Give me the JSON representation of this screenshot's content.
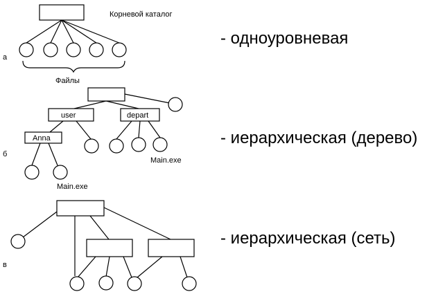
{
  "diagram_a": {
    "marker": "а",
    "root_label": "Корневой каталог",
    "files_label": "Файлы",
    "description": "- одноуровневая"
  },
  "diagram_b": {
    "marker": "б",
    "dir_user": "user",
    "dir_depart": "depart",
    "dir_anna": "Anna",
    "file_depart": "Main.exe",
    "file_anna": "Main.exe",
    "description": "- иерархическая (дерево)"
  },
  "diagram_c": {
    "marker": "в",
    "description": "- иерархическая (сеть)"
  }
}
